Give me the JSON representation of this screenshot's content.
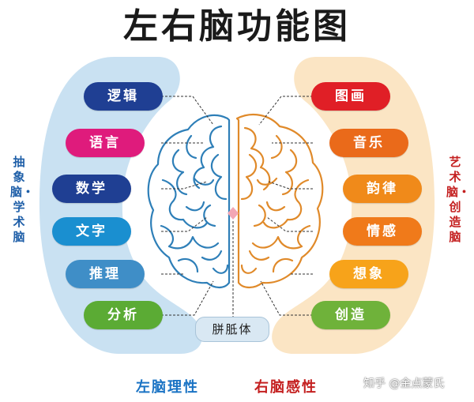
{
  "title": "左右脑功能图",
  "left": {
    "side_label": "抽象脑・学术脑",
    "caption": "左脑理性",
    "items": [
      {
        "label": "逻辑",
        "color": "#1f3f93"
      },
      {
        "label": "语言",
        "color": "#df1b7c"
      },
      {
        "label": "数学",
        "color": "#1f3f93"
      },
      {
        "label": "文字",
        "color": "#1a8fd0"
      },
      {
        "label": "推理",
        "color": "#3f8ec7"
      },
      {
        "label": "分析",
        "color": "#5bab34"
      }
    ]
  },
  "right": {
    "side_label": "艺术脑・创造脑",
    "caption": "右脑感性",
    "items": [
      {
        "label": "图画",
        "color": "#e01f26"
      },
      {
        "label": "音乐",
        "color": "#ea6a1a"
      },
      {
        "label": "韵律",
        "color": "#f08a1a"
      },
      {
        "label": "情感",
        "color": "#f07a1a"
      },
      {
        "label": "想象",
        "color": "#f7a31a"
      },
      {
        "label": "创造",
        "color": "#6fb23a"
      }
    ]
  },
  "callosum_label": "胼胝体",
  "watermark": "知乎 @金点蒙氏",
  "colors": {
    "left_panel": "#c9e1f2",
    "right_panel": "#fbe5c4",
    "left_brain": "#2e7fb8",
    "right_brain": "#e08a2a",
    "left_caption": "#1a73c4",
    "right_caption": "#c42020",
    "left_side_label": "#1f5fa8",
    "right_side_label": "#c42020"
  }
}
